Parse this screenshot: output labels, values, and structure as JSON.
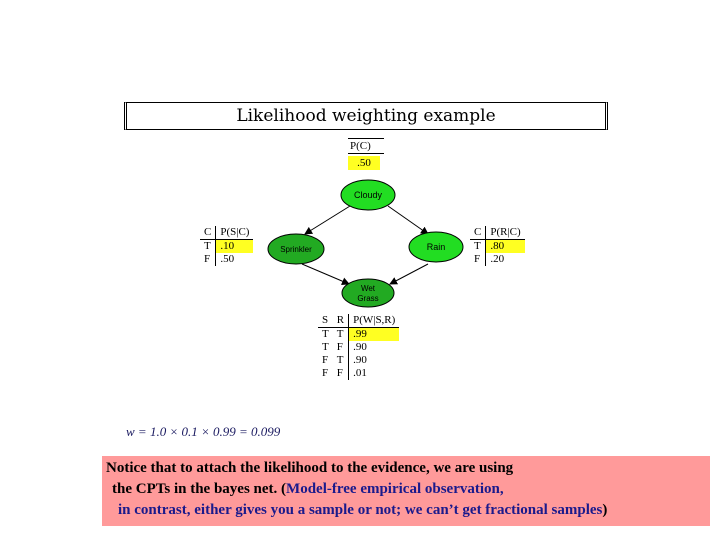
{
  "title": "Likelihood weighting example",
  "prior": {
    "label": "P(C)",
    "value": ".50"
  },
  "nodes": {
    "cloudy": "Cloudy",
    "sprinkler": "Sprinkler",
    "rain": "Rain",
    "wetgrass_line1": "Wet",
    "wetgrass_line2": "Grass"
  },
  "sprinkler_cpt": {
    "headers": [
      "C",
      "P(S|C)"
    ],
    "rows": [
      [
        "T",
        ".10"
      ],
      [
        "F",
        ".50"
      ]
    ]
  },
  "rain_cpt": {
    "headers": [
      "C",
      "P(R|C)"
    ],
    "rows": [
      [
        "T",
        ".80"
      ],
      [
        "F",
        ".20"
      ]
    ]
  },
  "wet_cpt": {
    "headers": [
      "S",
      "R",
      "P(W|S,R)"
    ],
    "rows": [
      [
        "T",
        "T",
        ".99"
      ],
      [
        "T",
        "F",
        ".90"
      ],
      [
        "F",
        "T",
        ".90"
      ],
      [
        "F",
        "F",
        ".01"
      ]
    ]
  },
  "formula": "w = 1.0 × 0.1 × 0.99 = 0.099",
  "note": {
    "line1": "Notice that to attach the likelihood to the evidence, we are using",
    "line2a": "the CPTs in the bayes net. (",
    "line2b": "Model-free empirical observation,",
    "line3a": "in contrast, either gives you a sample or not; we can’t get fractional samples",
    "line3b": ")"
  },
  "colors": {
    "node_fill": "#22dd22",
    "highlight": "#ffff22",
    "note_bg": "#ff9a9a",
    "note_blue": "#1a1a8c"
  }
}
